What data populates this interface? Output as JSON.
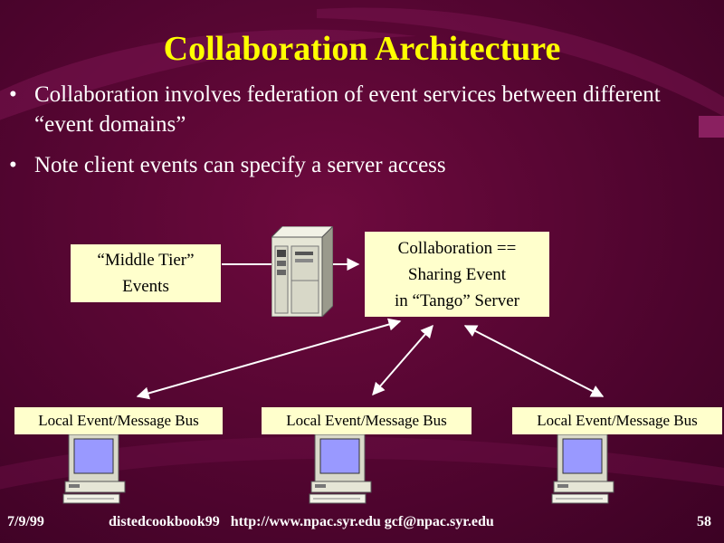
{
  "slide": {
    "title": "Collaboration Architecture",
    "bullets": [
      "Collaboration involves federation of event services between different “event domains”",
      "Note client events can specify a server access"
    ]
  },
  "diagram": {
    "middle_tier_line1": "“Middle Tier”",
    "middle_tier_line2": "Events",
    "server_box_line1": "Collaboration ==",
    "server_box_line2": "Sharing Event",
    "server_box_line3": "in “Tango” Server",
    "buses": [
      "Local Event/Message Bus",
      "Local Event/Message Bus",
      "Local Event/Message Bus"
    ],
    "icons": [
      "server-icon",
      "computer-icon"
    ]
  },
  "footer": {
    "date": "7/9/99",
    "center": "distedcookbook99   http://www.npac.syr.edu gcf@npac.syr.edu",
    "page": "58"
  },
  "colors": {
    "background": "#5a0633",
    "title": "#ffff00",
    "box_fill": "#ffffcc",
    "text": "#ffffff"
  }
}
